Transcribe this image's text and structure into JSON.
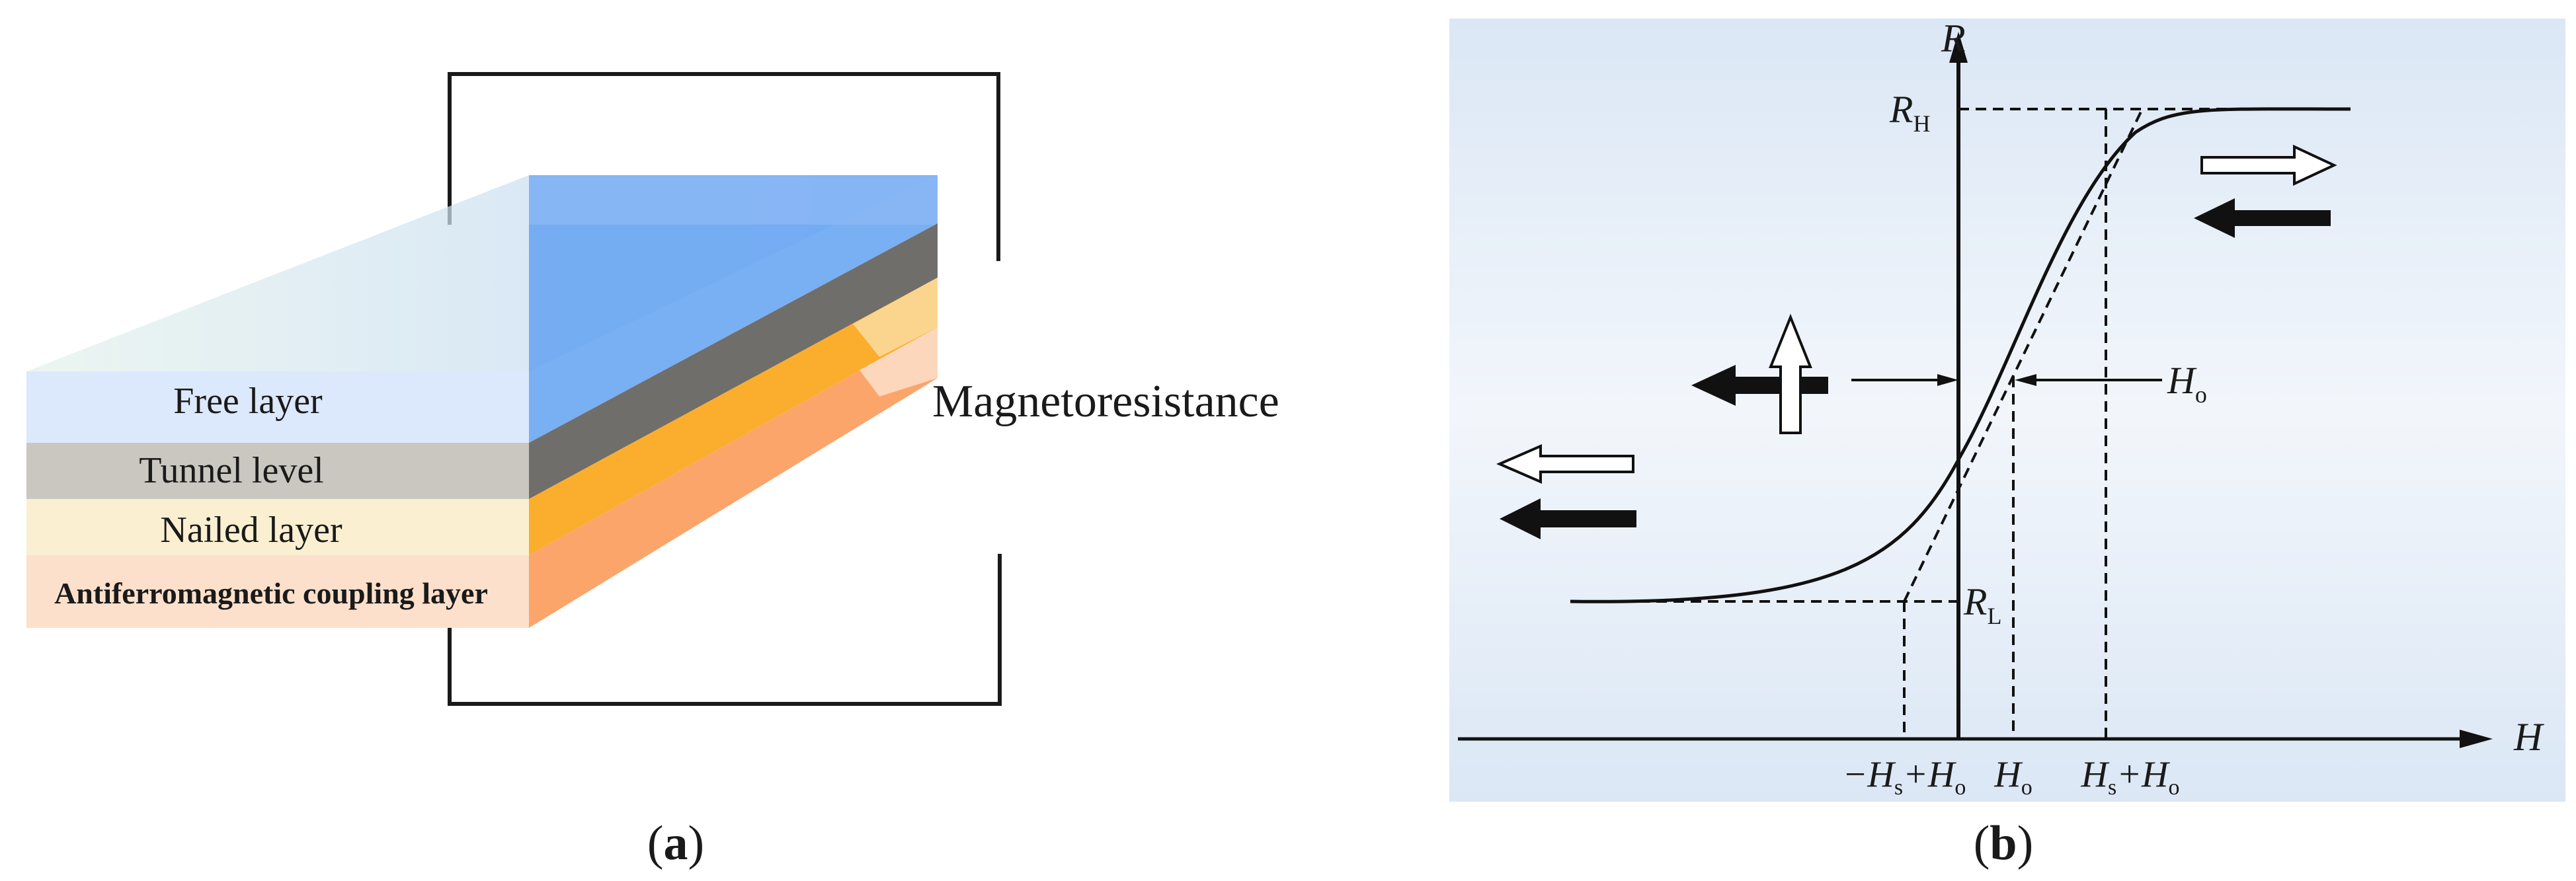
{
  "panel_a": {
    "label_open": "(",
    "label_letter": "a",
    "label_close": ")",
    "output_label": "Magnetoresistance",
    "layers": [
      {
        "name": "Free layer",
        "color_front": "#dce8fb",
        "color_top": "#cfe2f5",
        "color_side": "#6aa6f2"
      },
      {
        "name": "Tunnel level",
        "color_front": "#c9c7c0",
        "color_side": "#6f6e6b"
      },
      {
        "name": "Nailed layer",
        "color_front": "#fbefd2",
        "color_side": "#fbae2e"
      },
      {
        "name": "Antiferromagnetic coupling layer",
        "color_front": "#fde0cb",
        "color_side": "#fba56b"
      }
    ]
  },
  "panel_b": {
    "label_open": "(",
    "label_letter": "b",
    "label_close": ")",
    "background": "#e3ecf7",
    "axis_y": "R",
    "axis_x": "H",
    "RH_main": "R",
    "RH_sub": "H",
    "RL_main": "R",
    "RL_sub": "L",
    "Ho_main": "H",
    "Ho_sub": "o",
    "tick_left_a": "−H",
    "tick_left_sub_a": "s",
    "tick_left_b": "+H",
    "tick_left_sub_b": "o",
    "tick_mid": "H",
    "tick_mid_sub": "o",
    "tick_right_a": "H",
    "tick_right_sub_a": "s",
    "tick_right_b": "+H",
    "tick_right_sub_b": "o"
  }
}
